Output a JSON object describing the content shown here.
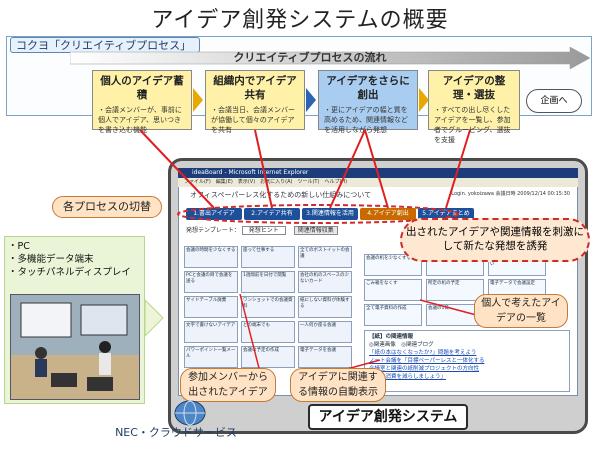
{
  "title": "アイデア創発システムの概要",
  "kokuyo_label": "コクヨ「クリエイティブプロセス」",
  "flow_label": "クリエイティブプロセスの流れ",
  "processes": [
    {
      "heading": "個人のアイデア蓄積",
      "desc": "・会議メンバーが、事前に個人でアイデア、思いつきを書き込む機能"
    },
    {
      "heading": "組織内でアイデア共有",
      "desc": "・会議当日、会議メンバーが協働して個々のアイデアを共有"
    },
    {
      "heading": "アイデアをさらに創出",
      "desc": "・更にアイデアの幅と質を高めるため、関連情報などを活用しながら発想"
    },
    {
      "heading": "アイデアの整理・選抜",
      "desc": "・すべての出し尽くしたアイデアを一覧し、参加者でグルーピング、選抜を支援"
    }
  ],
  "goal_label": "企画へ",
  "callouts": {
    "process_switch": "各プロセスの切替",
    "stimulus": "出されたアイデアや関連情報を刺激にして新たな発想を誘発",
    "idea_list": "個人で考えたアイデアの一覧",
    "member_ideas": "参加メンバーから出されたアイデア",
    "auto_display": "アイデアに関連する情報の自動表示"
  },
  "devices": [
    "・PC",
    "・多機能データ端末",
    "・タッチパネルディスプレイ"
  ],
  "system_label": "アイデア創発システム",
  "cloud_label": "NEC・クラウドサービス",
  "screenshot": {
    "window_title": "ideaBoard - Microsoft Internet Explorer",
    "menu": "ファイル(F)　編集(E)　表示(V)　お気に入り(A)　ツール(T)　ヘルプ(H)",
    "app_title": "オフィスペーパーレス化するための新しい仕組みについて",
    "login": "Login. yokoizawa 会議日時 2009/12/14 00:15:30",
    "tabs": [
      "1.書出アイデア",
      "2.アイデア共有",
      "3.関連情報を活用",
      "4.アイデア創出",
      "5.アイデアまとめ"
    ],
    "template_label": "発想テンプレート：",
    "template_value": "発想ヒント",
    "related_button": "関連情報収集",
    "cells_left": [
      "会議の時間を少なくする",
      "座って仕事する",
      "全てのボストイットの会議",
      "PCと会議の目で会議を送る",
      "1週間前を日付で閲覧",
      "会社の机のスペースの少ないカード",
      "サイドテーブル廃棄",
      "ワンショットでの会議資料",
      "紙にしない資料が体験する",
      "文字で書けないアイデア",
      "どの端末でも",
      "一人何か座る会議",
      "パワーポイント一覧メール",
      "会議の予定の作成",
      "電子データを会議"
    ],
    "cells_right": [
      "会議の机を少なくする",
      "立って仕事する",
      "会社の机のスペースの少ない",
      "ごみ箱をなくす",
      "所定の机の予定",
      "電子データで会議設定",
      "全て電子資料の作成",
      "会議の1日",
      "ペーパー化"
    ],
    "related_heading": "【紙】の関連情報",
    "related_tabs": "◎関連画像　◎関連ブログ",
    "related_links": [
      "「紙の本はなくなったか?」問題を考えよう",
      "ノート会議を「目標ペーパーレスと一体化する",
      "会議室と関連の紙削減プロジェクトの方向性",
      "「紙の消費を減らしましょう」"
    ]
  },
  "colors": {
    "proc1": "#fff2a8",
    "proc2": "#fff2a8",
    "proc3": "#a9cdf0",
    "proc4": "#fff2a8",
    "chev_active": "#2c64b5",
    "chev": "#e8a800",
    "red": "#e02020"
  }
}
